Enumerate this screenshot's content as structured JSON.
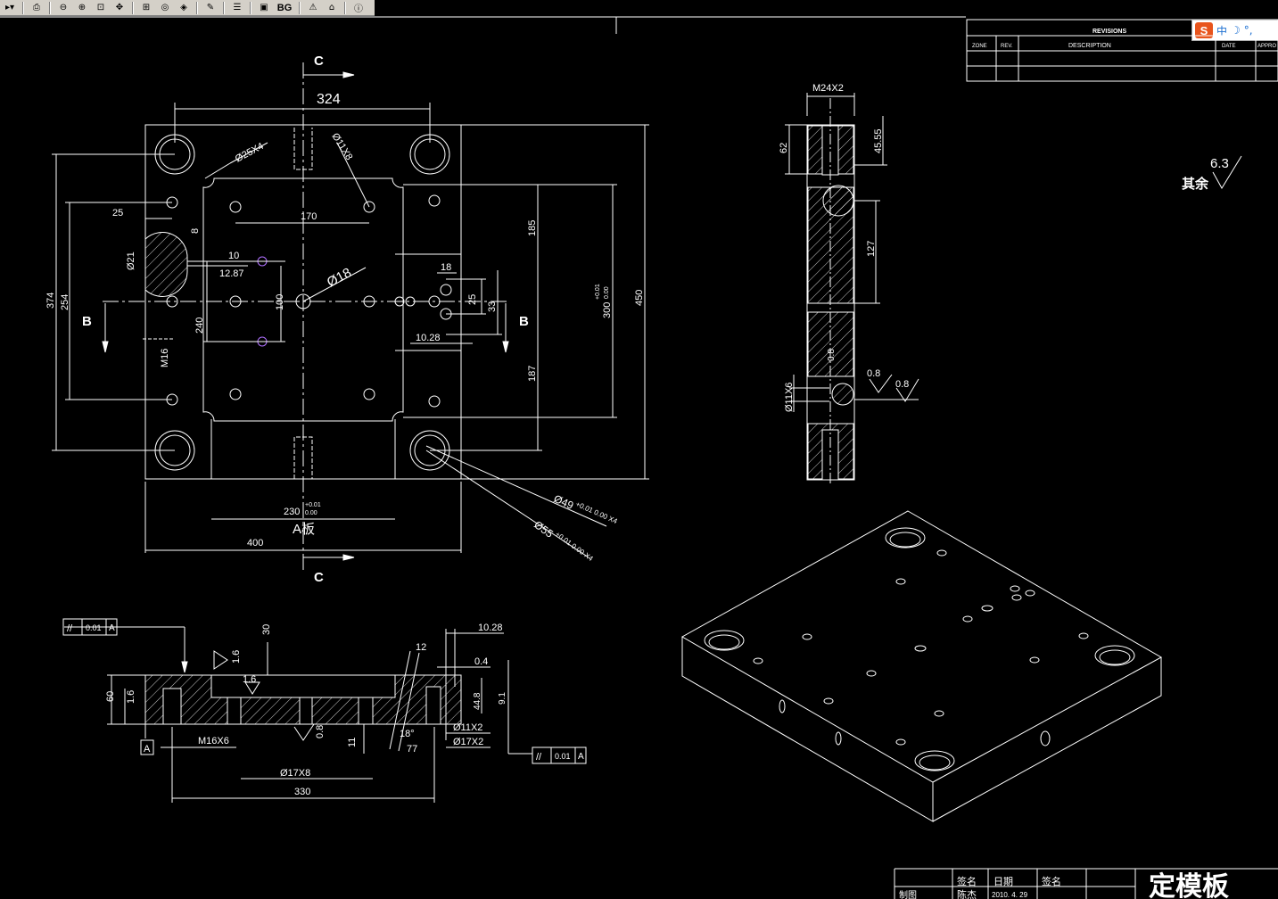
{
  "toolbar": {
    "bg_label": "BG",
    "icons": [
      "cursor-icon",
      "print-icon",
      "zoom-out-icon",
      "zoom-in-icon",
      "zoom-window-icon",
      "pan-icon",
      "zoom-extents-icon",
      "zoom-previous-icon",
      "navigate-icon",
      "wand-icon",
      "layers-icon",
      "display-icon",
      "background-icon",
      "warning-icon",
      "home-icon",
      "info-icon"
    ]
  },
  "ime": {
    "logo": "S",
    "mode": "中",
    "moon": "☽",
    "dot": "°,"
  },
  "drawing": {
    "section_c_top": "C",
    "section_c_bottom": "C",
    "section_b_left": "B",
    "section_b_right": "B",
    "dim_324": "324",
    "dim_25x4": "Ø25X4",
    "dim_11x8": "Ø11X8",
    "dim_25": "25",
    "dim_8": "8",
    "dim_170": "170",
    "dim_10": "10",
    "dim_12_87": "12.87",
    "dim_21": "Ø21",
    "dim_18_hole": "Ø18",
    "dim_18": "18",
    "dim_25b": "25",
    "dim_33": "33",
    "dim_100": "100",
    "dim_240": "240",
    "dim_10_28": "10.28",
    "dim_m16": "M16",
    "dim_374": "374",
    "dim_254": "254",
    "dim_185": "185",
    "dim_187": "187",
    "dim_300": "300",
    "dim_300_tol_top": "+0.01",
    "dim_300_tol_bot": "0.00",
    "dim_450": "450",
    "dim_230": "230",
    "dim_230_tol_top": "+0.01",
    "dim_230_tol_bot": "0.00",
    "plate_label": "A板",
    "dim_400": "400",
    "dim_49": "Ø49",
    "dim_49_tol": "+0.01 0.00 X4",
    "dim_55": "Ø55",
    "dim_55_tol": "+0.01 0.00 X4",
    "side_m24": "M24X2",
    "side_62": "62",
    "side_45_55": "45.55",
    "side_127": "127",
    "side_0_8a": "0.8",
    "side_0_8b": "0.8",
    "side_0_8c": "0.8",
    "side_11x6": "Ø11X6",
    "rough_6_3": "6.3",
    "rough_rest": "其余",
    "tol_flat_1": "//",
    "tol_val_1": "0.01",
    "tol_ref_1": "A",
    "tol_flat_2": "//",
    "tol_val_2": "0.01",
    "tol_ref_2": "A",
    "sec_1_6a": "1.6",
    "sec_30": "30",
    "sec_1_6b": "1.6",
    "sec_60": "60",
    "sec_1_6c": "1.6",
    "sec_datum_a": "A",
    "sec_m16x6": "M16X6",
    "sec_0_8": "0.8",
    "sec_11": "11",
    "sec_12": "12",
    "sec_18deg": "18°",
    "sec_77": "77",
    "sec_10_28": "10.28",
    "sec_0_4": "0.4",
    "sec_44_8": "44.8",
    "sec_9_1": "9.1",
    "sec_11x2": "Ø11X2",
    "sec_17x2": "Ø17X2",
    "sec_17x8": "Ø17X8",
    "sec_330": "330",
    "revisions_title": "REVISIONS",
    "rev_zone": "ZONE",
    "rev_rev": "REV.",
    "rev_desc": "DESCRIPTION",
    "rev_date": "DATE",
    "rev_appr": "APPRO",
    "tb_sign1": "签名",
    "tb_date": "日期",
    "tb_sign2": "签名",
    "tb_draw": "制图",
    "tb_name": "陈杰",
    "tb_datev": "2010. 4. 29",
    "tb_title": "定模板"
  }
}
